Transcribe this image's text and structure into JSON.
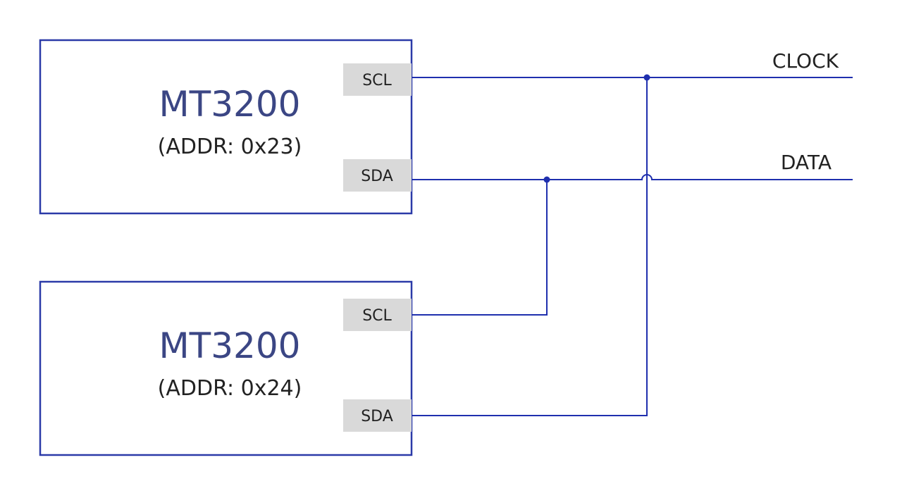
{
  "chips": [
    {
      "name": "MT3200",
      "address": "(ADDR: 0x23)",
      "pins": {
        "top": "SCL",
        "bottom": "SDA"
      }
    },
    {
      "name": "MT3200",
      "address": "(ADDR: 0x24)",
      "pins": {
        "top": "SCL",
        "bottom": "SDA"
      }
    }
  ],
  "buses": {
    "clock": "CLOCK",
    "data": "DATA"
  },
  "colors": {
    "wire": "#1f2fae",
    "box_border": "#2b3aa8",
    "chip_name": "#3b4684",
    "pin_fill": "#d9d9d9"
  }
}
